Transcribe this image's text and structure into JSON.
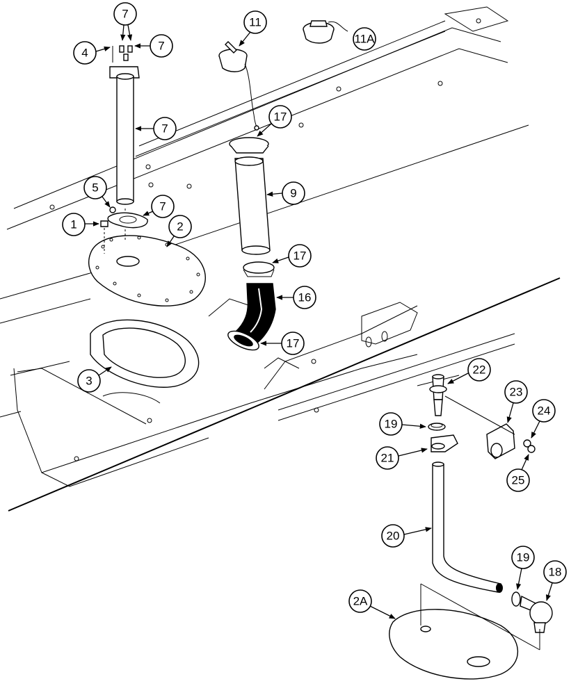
{
  "callouts": {
    "c7_top": "7",
    "c4": "4",
    "c7_nut": "7",
    "c11": "11",
    "c11A": "11A",
    "c7_tube": "7",
    "c17_top": "17",
    "c5": "5",
    "c7_ring": "7",
    "c9": "9",
    "c1": "1",
    "c2": "2",
    "c17_mid": "17",
    "c16": "16",
    "c17_low": "17",
    "c3": "3",
    "c22": "22",
    "c23": "23",
    "c24": "24",
    "c19_a": "19",
    "c21": "21",
    "c25": "25",
    "c20": "20",
    "c19_b": "19",
    "c18": "18",
    "c2A": "2A"
  }
}
